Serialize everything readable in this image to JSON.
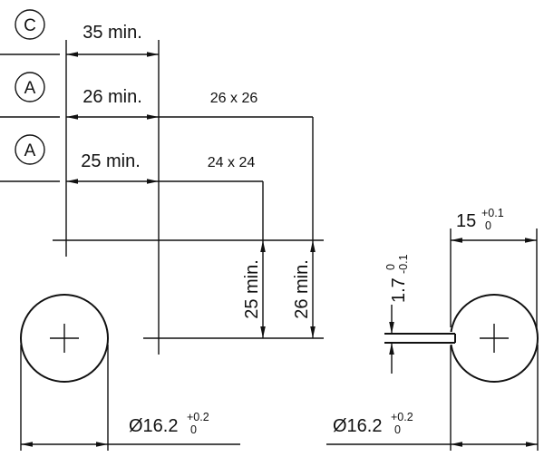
{
  "balloons": {
    "c": "C",
    "a1": "A",
    "a2": "A"
  },
  "dims": {
    "width_c": "35 min.",
    "width_a1": "26 min.",
    "square_a1": "26 x 26",
    "width_a2": "25 min.",
    "square_a2": "24 x 24",
    "height_25": "25 min.",
    "height_26": "26 min.",
    "slot": {
      "value": "1.7",
      "tol_upper": "0",
      "tol_lower": "-0.1"
    },
    "flat_width": {
      "value": "15",
      "tol_upper": "+0.1",
      "tol_lower": "0"
    },
    "hole_left": {
      "value": "Ø16.2",
      "tol_upper": "+0.2",
      "tol_lower": "0"
    },
    "hole_right": {
      "value": "Ø16.2",
      "tol_upper": "+0.2",
      "tol_lower": "0"
    }
  }
}
